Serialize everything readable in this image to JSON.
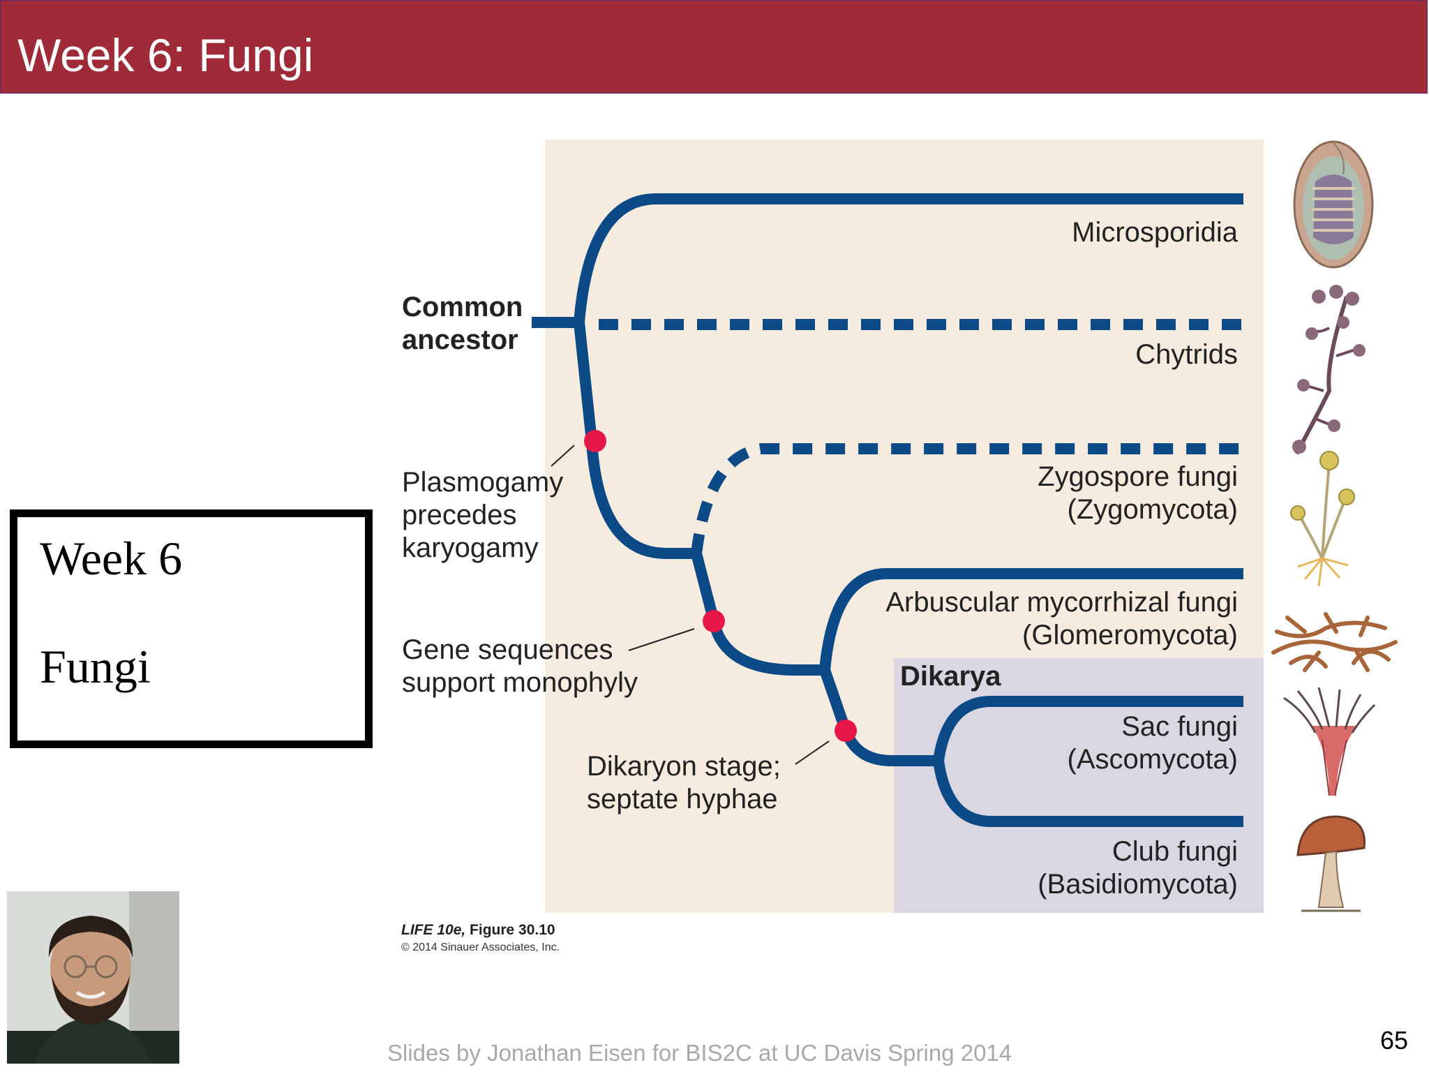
{
  "slide": {
    "title": "Week 6: Fungi",
    "week_box": {
      "line1": "Week 6",
      "line2": "Fungi"
    },
    "footer": "Slides by Jonathan Eisen for BIS2C at UC Davis Spring 2014",
    "page_number": "65"
  },
  "colors": {
    "title_bar": "#9e2b37",
    "tree_line": "#0b4a87",
    "event_dot": "#e8174a",
    "panel": "#f5ebdf",
    "dikarya_panel": "#dad6e2"
  },
  "figure": {
    "common_ancestor": [
      "Common",
      "ancestor"
    ],
    "taxa": [
      {
        "name": "Microsporidia",
        "line2": ""
      },
      {
        "name": "Chytrids",
        "line2": ""
      },
      {
        "name": "Zygospore fungi",
        "line2": "(Zygomycota)"
      },
      {
        "name": "Arbuscular mycorrhizal fungi",
        "line2": "(Glomeromycota)"
      },
      {
        "name": "Sac fungi",
        "line2": "(Ascomycota)"
      },
      {
        "name": "Club fungi",
        "line2": "(Basidiomycota)"
      }
    ],
    "group_label": "Dikarya",
    "events": [
      {
        "lines": [
          "Plasmogamy",
          "precedes",
          "karyogamy"
        ]
      },
      {
        "lines": [
          "Gene sequences",
          "support monophyly"
        ]
      },
      {
        "lines": [
          "Dikaryon stage;",
          "septate hyphae"
        ]
      }
    ],
    "caption": {
      "book": "LIFE 10e,",
      "figure": "Figure 30.10",
      "copyright": "© 2014 Sinauer Associates, Inc."
    }
  }
}
